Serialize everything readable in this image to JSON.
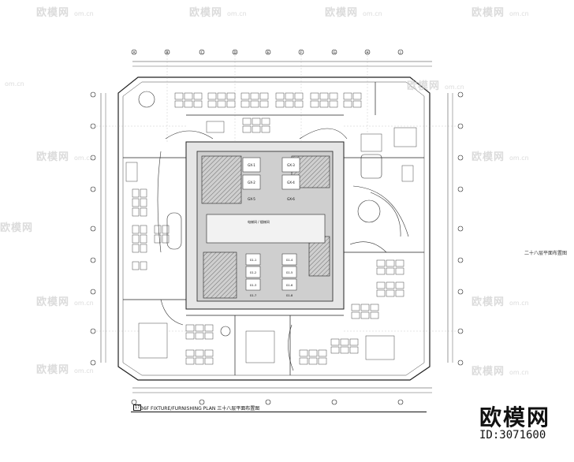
{
  "plan": {
    "caption": "36F FIXTURE/FURNISHING PLAN 三十八层平面布置图",
    "reference_no": "17",
    "side_label": "二十八层平面布置图",
    "grid_top": [
      "A",
      "B",
      "C",
      "D",
      "E",
      "F",
      "G",
      "H",
      "J"
    ],
    "core_rooms_upper": [
      "GX-1",
      "GX-2",
      "GX-3",
      "GX-4",
      "GX-5",
      "GX-6"
    ],
    "core_rooms_lower": [
      "G1-1",
      "G1-2",
      "G1-3",
      "G1-4",
      "G1-5",
      "G1-6",
      "G1-7",
      "G1-8"
    ],
    "core_label": "电梯间 / 楼梯间"
  },
  "watermark": {
    "brand": "欧模网",
    "domain": "om.cn",
    "site_name": "欧模网",
    "site_id": "ID:3071600"
  }
}
